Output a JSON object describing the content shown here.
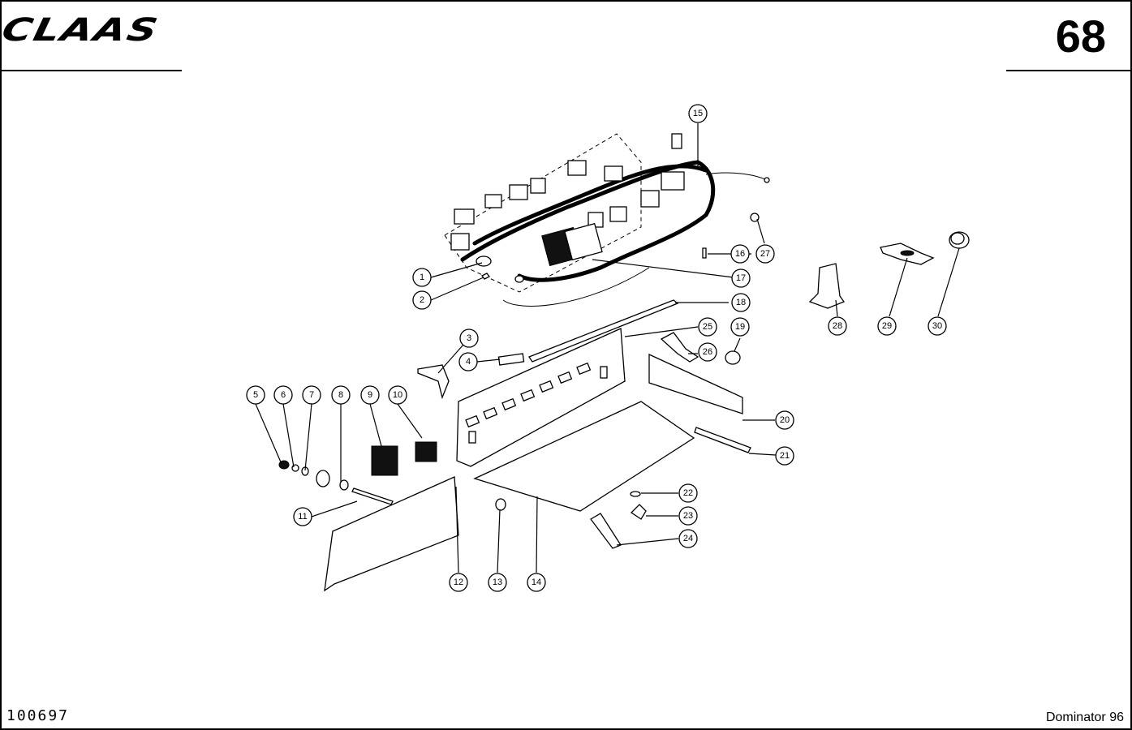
{
  "header": {
    "brand": "CLAAS",
    "page_number": "68"
  },
  "footer": {
    "document_id": "100697",
    "model": "Dominator 96"
  },
  "callouts": [
    "1",
    "2",
    "3",
    "4",
    "5",
    "6",
    "7",
    "8",
    "9",
    "10",
    "11",
    "12",
    "13",
    "14",
    "15",
    "16",
    "17",
    "18",
    "19",
    "20",
    "21",
    "22",
    "23",
    "24",
    "25",
    "26",
    "27",
    "28",
    "29",
    "30"
  ]
}
